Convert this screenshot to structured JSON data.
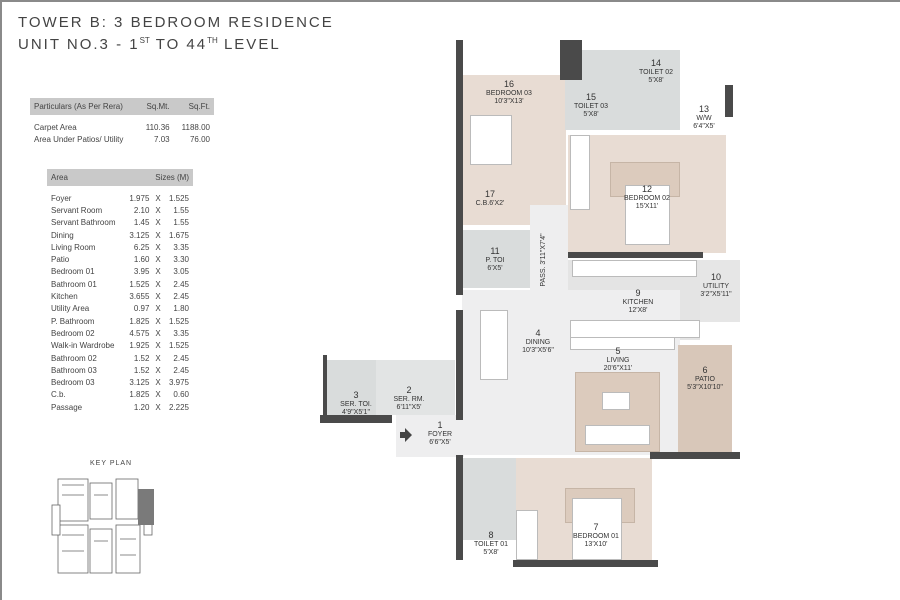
{
  "header": {
    "line1": "TOWER B: 3 BEDROOM RESIDENCE",
    "line2_pre": "UNIT NO.3 - 1",
    "line2_sup1": "ST",
    "line2_mid": " TO 44",
    "line2_sup2": "TH",
    "line2_post": " LEVEL"
  },
  "area_table": {
    "headers": [
      "Particulars (As Per Rera)",
      "Sq.Mt.",
      "Sq.Ft."
    ],
    "rows": [
      [
        "Carpet Area",
        "110.36",
        "1188.00"
      ],
      [
        "Area Under Patios/ Utility",
        "7.03",
        "76.00"
      ]
    ]
  },
  "sizes_table": {
    "headers": [
      "Area",
      "Sizes (M)"
    ],
    "rows": [
      [
        "Foyer",
        "1.975",
        "1.525"
      ],
      [
        "Servant Room",
        "2.10",
        "1.55"
      ],
      [
        "Servant Bathroom",
        "1.45",
        "1.55"
      ],
      [
        "Dining",
        "3.125",
        "1.675"
      ],
      [
        "Living Room",
        "6.25",
        "3.35"
      ],
      [
        "Patio",
        "1.60",
        "3.30"
      ],
      [
        "Bedroom 01",
        "3.95",
        "3.05"
      ],
      [
        "Bathroom 01",
        "1.525",
        "2.45"
      ],
      [
        "Kitchen",
        "3.655",
        "2.45"
      ],
      [
        "Utility Area",
        "0.97",
        "1.80"
      ],
      [
        "P. Bathroom",
        "1.825",
        "1.525"
      ],
      [
        "Bedroom 02",
        "4.575",
        "3.35"
      ],
      [
        "Walk-in Wardrobe",
        "1.925",
        "1.525"
      ],
      [
        "Bathroom 02",
        "1.52",
        "2.45"
      ],
      [
        "Bathroom 03",
        "1.52",
        "2.45"
      ],
      [
        "Bedroom 03",
        "3.125",
        "3.975"
      ],
      [
        "C.b.",
        "1.825",
        "0.60"
      ],
      [
        "Passage",
        "1.20",
        "2.225"
      ]
    ],
    "separator": "X"
  },
  "key_plan": {
    "label": "KEY PLAN",
    "highlight_color": "#7a7a7a"
  },
  "rooms": [
    {
      "no": "1",
      "name": "FOYER",
      "size": "6'6\"X5'"
    },
    {
      "no": "2",
      "name": "SER. RM.",
      "size": "6'11\"X5'"
    },
    {
      "no": "3",
      "name": "SER. TOI.",
      "size": "4'9\"X5'1\""
    },
    {
      "no": "4",
      "name": "DINING",
      "size": "10'3\"X5'6\""
    },
    {
      "no": "5",
      "name": "LIVING",
      "size": "20'6\"X11'"
    },
    {
      "no": "6",
      "name": "PATIO",
      "size": "5'3\"X10'10\""
    },
    {
      "no": "7",
      "name": "BEDROOM 01",
      "size": "13'X10'"
    },
    {
      "no": "8",
      "name": "TOILET 01",
      "size": "5'X8'"
    },
    {
      "no": "9",
      "name": "KITCHEN",
      "size": "12'X8'"
    },
    {
      "no": "10",
      "name": "UTILITY",
      "size": "3'2\"X5'11\""
    },
    {
      "no": "11",
      "name": "P. TOI",
      "size": "6'X5'"
    },
    {
      "no": "12",
      "name": "BEDROOM 02",
      "size": "15'X11'"
    },
    {
      "no": "13",
      "name": "W/W",
      "size": "6'4\"X5'"
    },
    {
      "no": "14",
      "name": "TOILET 02",
      "size": "5'X8'"
    },
    {
      "no": "15",
      "name": "TOILET 03",
      "size": "5'X8'"
    },
    {
      "no": "16",
      "name": "BEDROOM 03",
      "size": "10'3\"X13'"
    },
    {
      "no": "17",
      "name": "C.B.6'X2'",
      "size": ""
    }
  ],
  "passage_label": "PASS. 3'11\"X7'4\"",
  "colors": {
    "wall": "#4a4a4a",
    "wood_floor": "#e8dcd3",
    "tile_floor": "#d9dcdc",
    "marble_floor": "#eeeeef",
    "patio_floor": "#d8c7b9"
  }
}
